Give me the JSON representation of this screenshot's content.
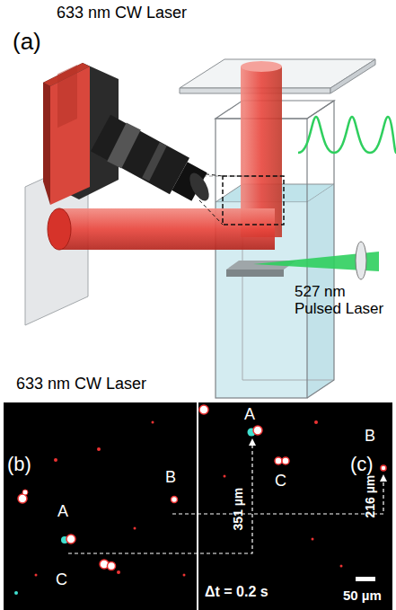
{
  "diagram": {
    "labels": [
      "633 nm CW Laser",
      "(a)",
      "527 nm Pulsed Laser",
      "633 nm CW Laser",
      "(b)",
      "A",
      "B",
      "C",
      "(c)",
      "A",
      "C",
      "B",
      "351 µm",
      "216 µm",
      "Δt = 0.2 s",
      "50 µm"
    ]
  }
}
